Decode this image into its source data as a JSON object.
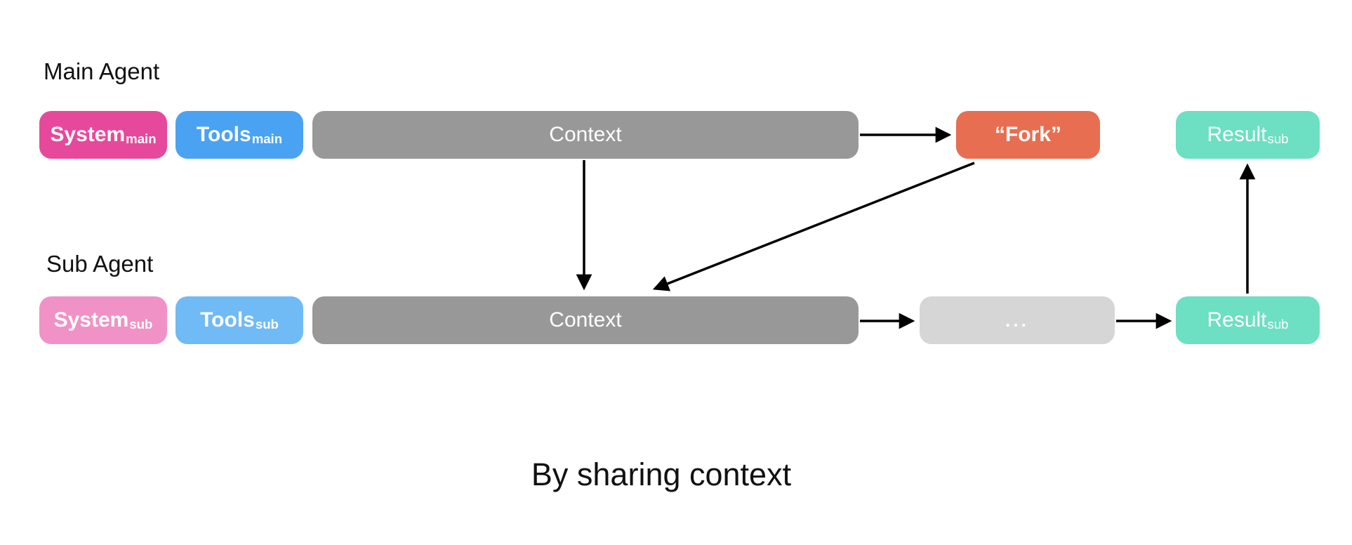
{
  "page": {
    "background": "#ffffff",
    "caption": "By sharing context",
    "arrow_color": "#000000"
  },
  "labels": {
    "main_agent": "Main Agent",
    "sub_agent": "Sub Agent"
  },
  "nodes": {
    "system_main": {
      "text": "System",
      "sub": "main",
      "fill": "#e6499b",
      "text_color": "#ffffff"
    },
    "tools_main": {
      "text": "Tools",
      "sub": "main",
      "fill": "#4aa2f2",
      "text_color": "#ffffff"
    },
    "context_main": {
      "text": "Context",
      "fill": "#989898",
      "text_color": "#ffffff"
    },
    "fork": {
      "text": "“Fork”",
      "fill": "#e76e50",
      "text_color": "#ffffff"
    },
    "result_main": {
      "text": "Result",
      "sub": "sub",
      "fill": "#6ddfc3",
      "text_color": "#ffffff"
    },
    "system_sub": {
      "text": "System",
      "sub": "sub",
      "fill": "#f092c5",
      "text_color": "#ffffff"
    },
    "tools_sub": {
      "text": "Tools",
      "sub": "sub",
      "fill": "#70baf5",
      "text_color": "#ffffff"
    },
    "context_sub": {
      "text": "Context",
      "fill": "#989898",
      "text_color": "#ffffff"
    },
    "ellipsis": {
      "text": "...",
      "fill": "#d6d6d6",
      "text_color": "#ffffff"
    },
    "result_sub": {
      "text": "Result",
      "sub": "sub",
      "fill": "#6ddfc3",
      "text_color": "#ffffff"
    }
  },
  "edges": [
    {
      "from": "context_main",
      "to": "fork"
    },
    {
      "from": "context_main",
      "to": "context_sub"
    },
    {
      "from": "fork",
      "to": "context_sub"
    },
    {
      "from": "context_sub",
      "to": "ellipsis"
    },
    {
      "from": "ellipsis",
      "to": "result_sub"
    },
    {
      "from": "result_sub",
      "to": "result_main"
    }
  ]
}
